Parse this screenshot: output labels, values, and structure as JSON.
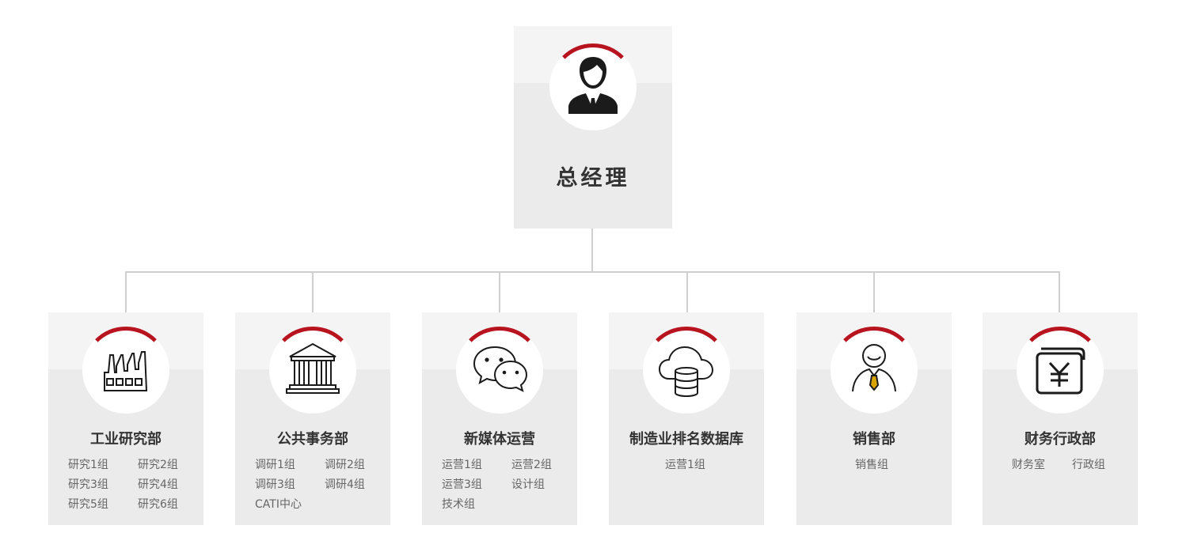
{
  "root": {
    "title": "总经理",
    "icon": "manager-icon"
  },
  "departments": [
    {
      "title": "工业研究部",
      "icon": "factory-icon",
      "groups": [
        "研究1组",
        "研究2组",
        "研究3组",
        "研究4组",
        "研究5组",
        "研究6组"
      ]
    },
    {
      "title": "公共事务部",
      "icon": "government-building-icon",
      "groups": [
        "调研1组",
        "调研2组",
        "调研3组",
        "调研4组",
        "CATI中心"
      ]
    },
    {
      "title": "新媒体运营",
      "icon": "wechat-icon",
      "groups": [
        "运营1组",
        "运营2组",
        "运营3组",
        "设计组",
        "技术组"
      ]
    },
    {
      "title": "制造业排名数据库",
      "icon": "cloud-database-icon",
      "groups": [
        "运营1组"
      ]
    },
    {
      "title": "销售部",
      "icon": "salesperson-icon",
      "groups": [
        "销售组"
      ]
    },
    {
      "title": "财务行政部",
      "icon": "yuan-wallet-icon",
      "groups": [
        "财务室",
        "行政组"
      ]
    }
  ],
  "colors": {
    "accent": "#b8141f",
    "card": "#ebebeb",
    "card_top": "#f4f4f4",
    "connector": "#cfcfcf"
  }
}
